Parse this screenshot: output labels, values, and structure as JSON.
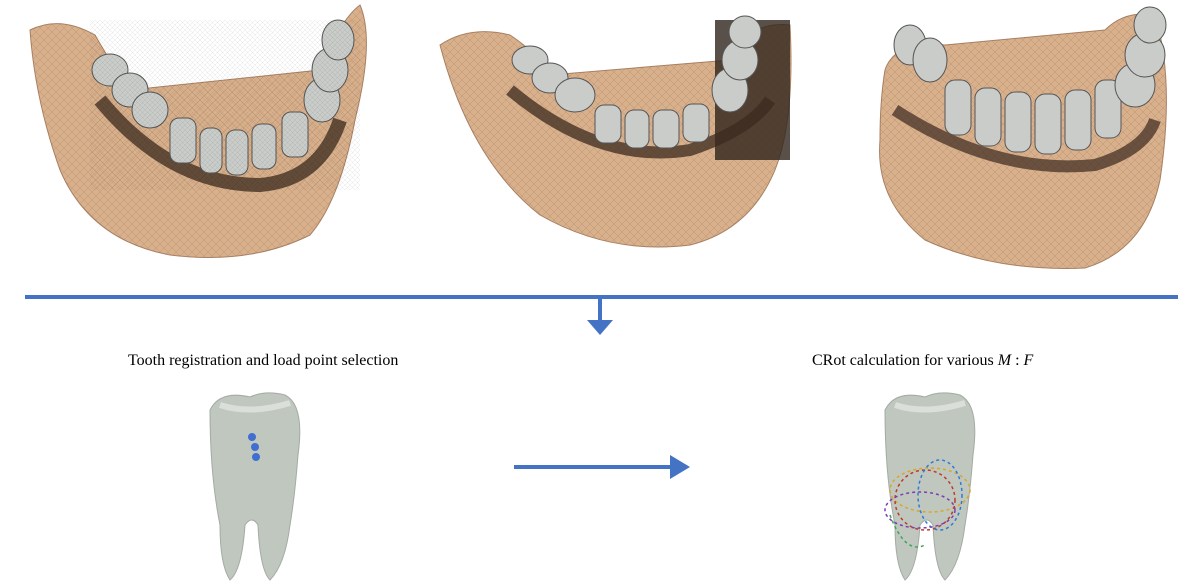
{
  "captions": {
    "left": "Tooth registration and load point selection",
    "right_prefix": "CRot calculation for various ",
    "right_m": "M",
    "right_sep": " : ",
    "right_f": "F"
  },
  "colors": {
    "arrow": "#4472c4",
    "bone": "#d9b08c",
    "tooth": "#c9ccc9",
    "load_point": "#3f6fd0"
  }
}
